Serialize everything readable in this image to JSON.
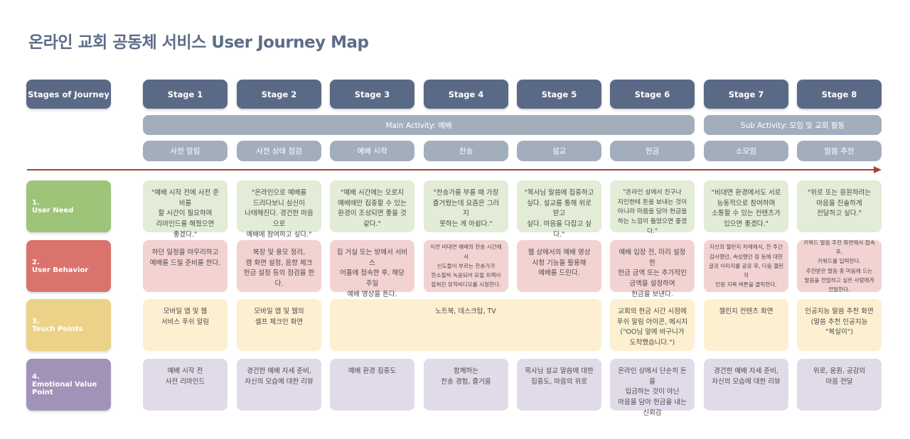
{
  "title": "온라인 교회 공동체 서비스 User Journey Map",
  "stages_label": "Stages of Journey",
  "stages": [
    "Stage 1",
    "Stage 2",
    "Stage 3",
    "Stage 4",
    "Stage 5",
    "Stage 6",
    "Stage 7",
    "Stage 8"
  ],
  "main_activity": "Main Activity: 예배",
  "sub_activity": "Sub Activity: 모임 및 교회 활동",
  "sub_stages": [
    "사전 알림",
    "사전 상태 점검",
    "예배 시작",
    "찬송",
    "설교",
    "헌금",
    "소모임",
    "말씀 추천"
  ],
  "rows": {
    "need": {
      "number": "1.",
      "label": "User Need",
      "color": "#9dc478",
      "cells": [
        "\"예배 시작 전에 사전 준비를\n할 시간이 필요하며\n리마인드를 해줬으면\n좋겠다.\"",
        "\"온라인으로 예배를\n드리다보니 심신이\n나태해진다. 경건한 마음으로\n예배에 참여하고 싶다.\"",
        "\"예배 시간에는 오로지\n예배에만 집중할 수 있는\n환경이 조성되면 좋을 것\n같다.\"",
        "\"찬송가를 부를 때 가장\n즐거웠는데 요즘은 그러지\n못하는 게 아쉽다.\"",
        "\"목사님 말씀에 집중하고\n싶다. 설교를 통해 위로 받고\n싶다. 마음을 다잡고 싶다.\"",
        "\"온라인 상에서 친구나\n지인한테 돈을 보내는 것이\n아니라 마음을 담아 헌금을\n하는 느낌이 들었으면 좋겠다.\"",
        "\"비대면 환경에서도 서로\n능동적으로 참여하며\n소통할 수 있는 컨텐츠가\n있으면 좋겠다.\"",
        "\"위로 또는 응원하려는\n마음을 진솔하게\n전달하고 싶다.\""
      ]
    },
    "behavior": {
      "number": "2.",
      "label": "User Behavior",
      "color": "#d9736c",
      "cells": [
        "하던 일정을 마무리하고\n예배를 드릴 준비를 한다.",
        "복장 및 용모 정리,\n캠 화면 설정, 음향 체크\n헌금 설정 등의 점검을 한다.",
        "집 거실 또는 방에서 서비스\n어플에 접속한 후, 해당 주일\n예배 영상을 튼다.",
        "이전 비대면 예배의 찬송 시간에서\n신도들이 부르는 찬송가가\n한소절씩 녹음되어 모절 트랙이\n합쳐진 뮤직비디오를 시청한다.",
        "웹 상에서의 예배 영상\n시청 기능을 활용해\n예배를 드린다.",
        "예배 입장 전, 미리 설정한\n헌금 금액 또는 추가적인\n금액을 설정하여\n헌금을 보낸다.",
        "자신의 챌린지 차례에서, 한 주간\n감사했던, 속상했던 점 등에 대한\n글과 이미지를 공유 후, 다음 챌린지\n인원 지목 버튼을 클릭한다.",
        "키워드 말씀 추천 화면에서 접속 후,\n키워드를 입력한다.\n추천받은 말씀 중 마음에 드는\n말씀을 전달하고 싶은 사람에게\n전달한다."
      ]
    },
    "touch": {
      "number": "3.",
      "label": "Touch Points",
      "color": "#ecd287",
      "cells": [
        "모바일 앱 및 웹\n서비스 푸쉬 알림",
        "모바일 앱 및 웹의\n셀프 체크인 화면",
        "노트북, 데스크탑, TV",
        "교회의 헌금 시간 시점에\n푸쉬 알림 아이콘, 메시지\n(\"OO님 앞에 바구니가\n도착했습니다.\")",
        "챌린지 컨텐츠 화면",
        "인공지능 말씀 추천 화면\n(말씀 추천 인공지능\n\"복실이\")"
      ]
    },
    "emotion": {
      "number": "4.",
      "label": "Emotional Value Point",
      "color": "#a193b8",
      "cells": [
        "예배 시작 전\n사전 리마인드",
        "경건한 예배 자세 준비,\n자신의 모습에 대한 리뷰",
        "예배 환경 집중도",
        "함께하는\n찬송 경험, 즐거움",
        "목사님 설교 말씀에 대한\n집중도, 마음의 위로",
        "온라인 상에서 단순히 돈을\n입금하는 것이 아닌\n마음을 담아 헌금을 내는\n신뢰감",
        "경건한 예배 자세 준비,\n자신의 모습에 대한 리뷰",
        "위로, 응원, 공감의\n마음 전달"
      ]
    }
  },
  "colors": {
    "stage_header": "#5a6985",
    "activity": "#a3aebd",
    "arrow": "#a34533",
    "need_cell": "#e2ecd6",
    "behavior_cell": "#f3d2d2",
    "touch_cell": "#fcf0d0",
    "emotion_cell": "#e1dbe9"
  }
}
